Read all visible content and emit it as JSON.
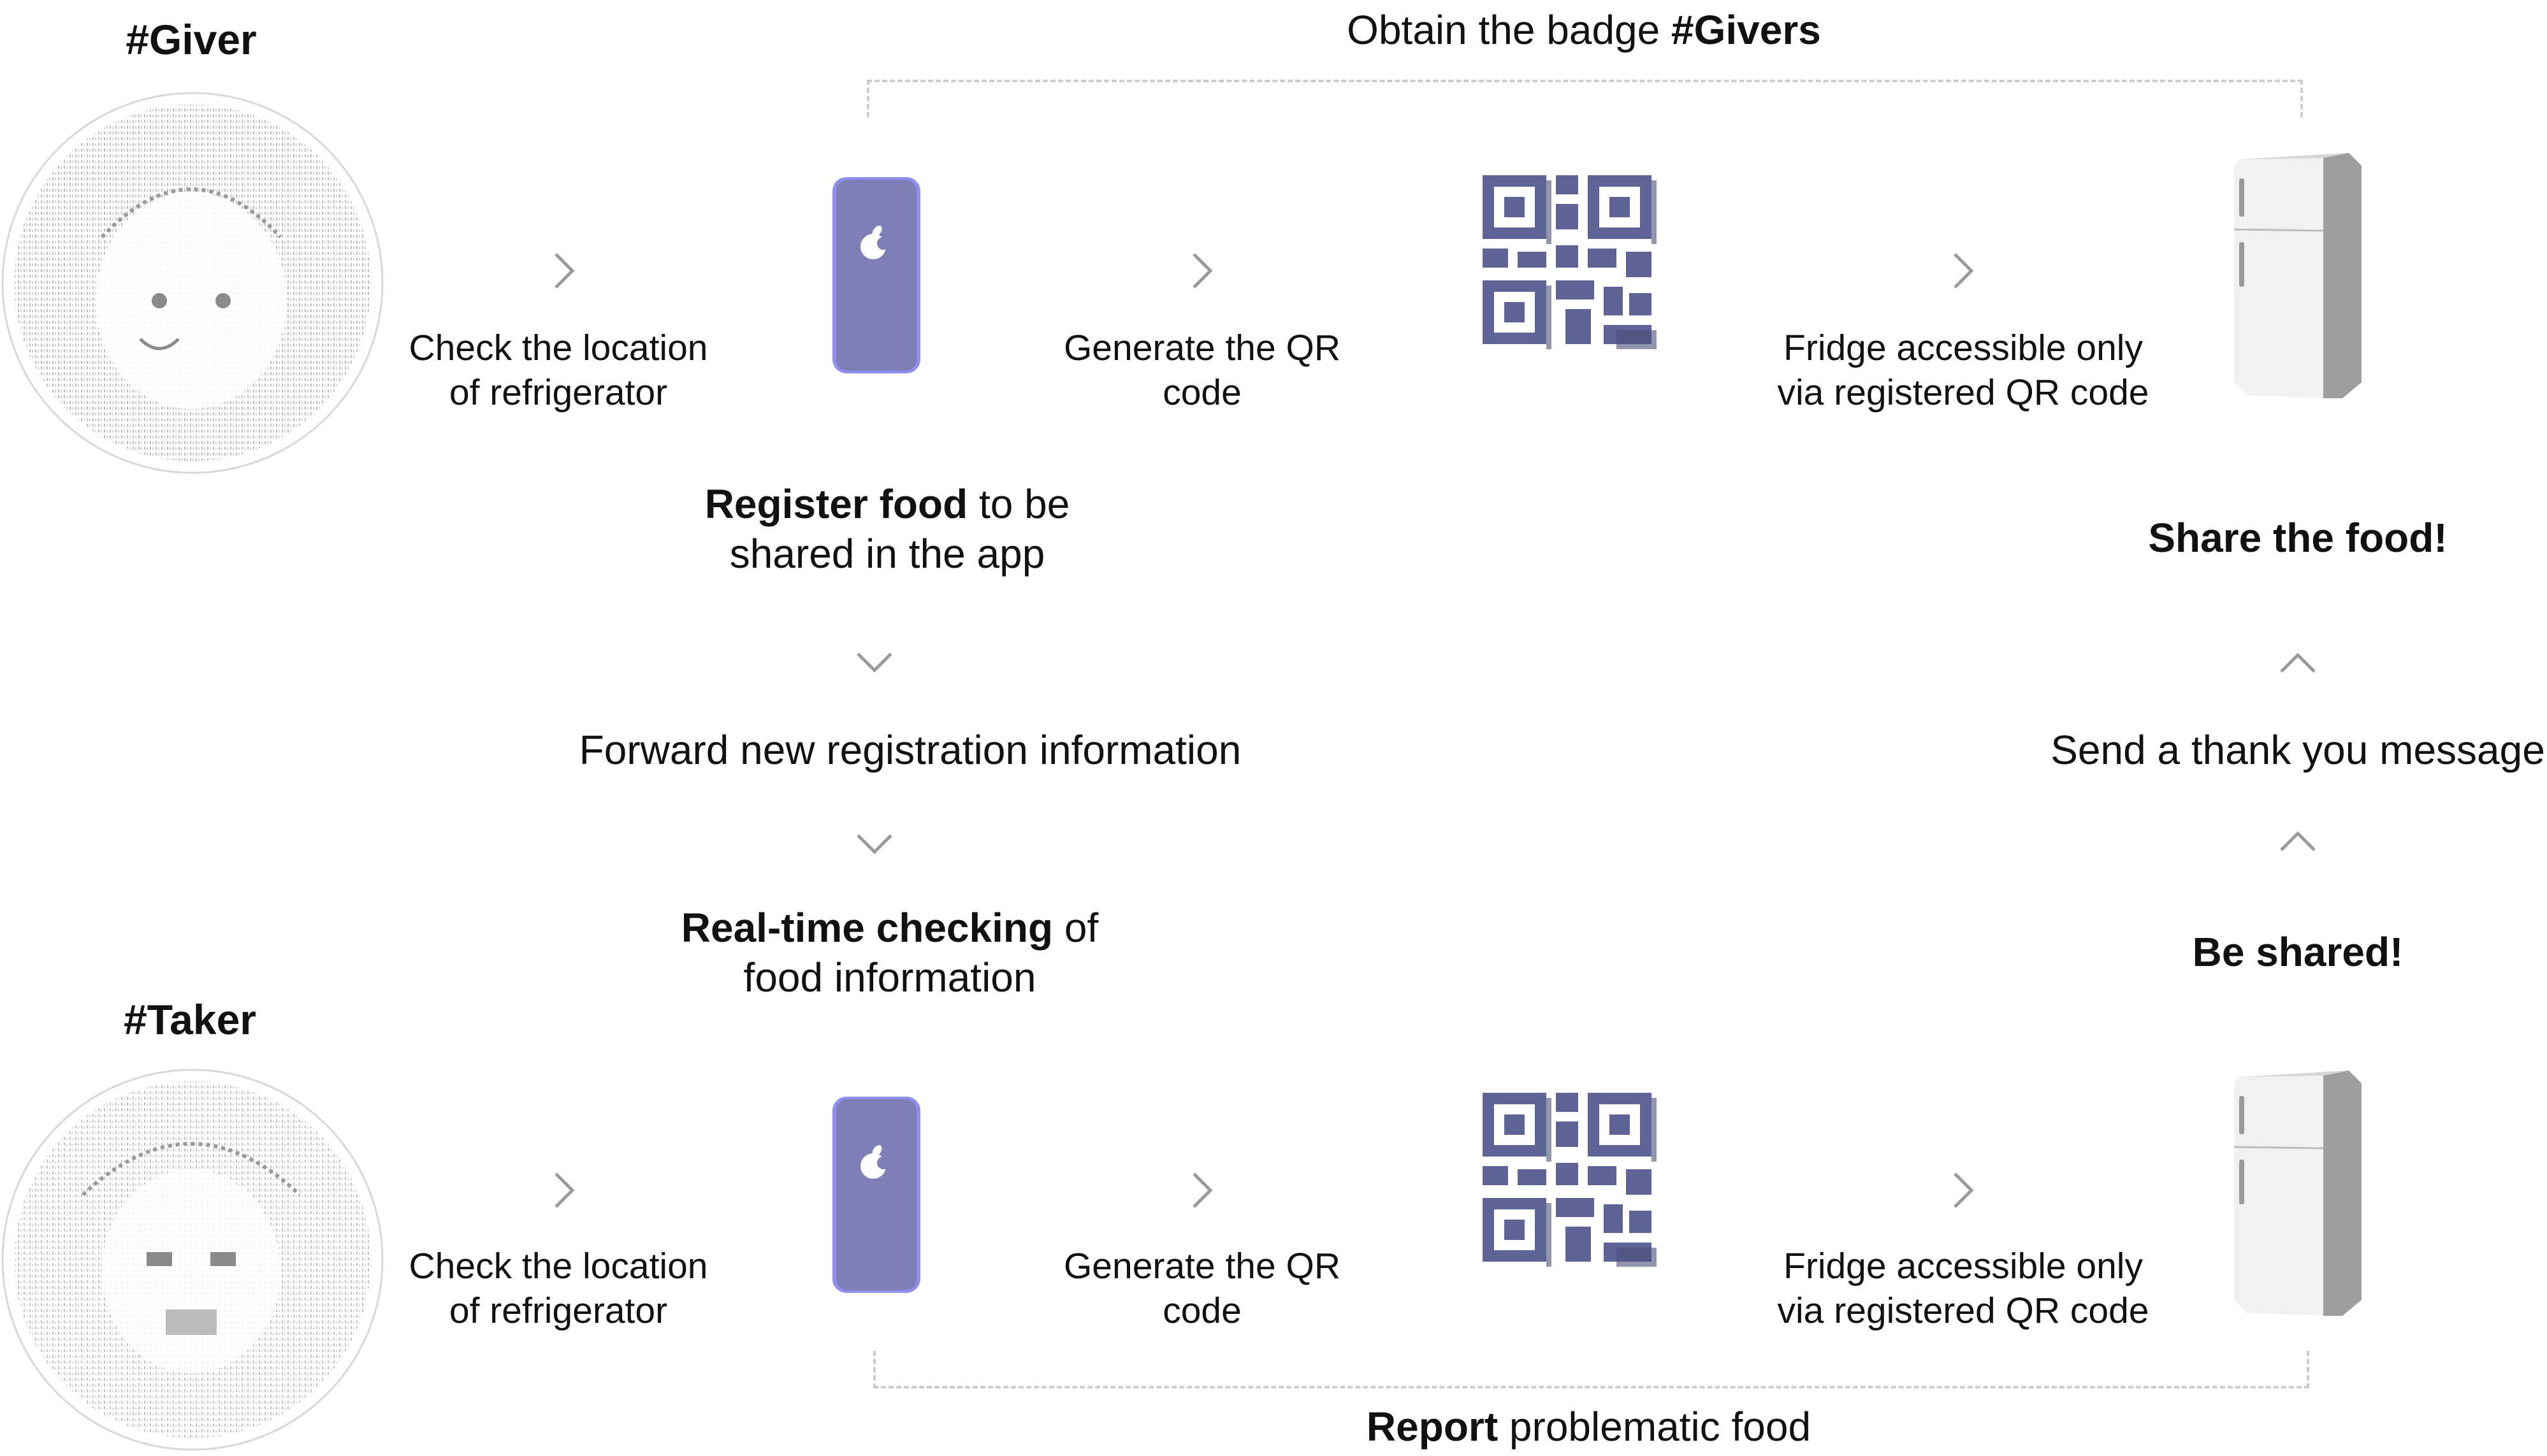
{
  "giver": {
    "role": "#Giver",
    "step_location": [
      "Check the location",
      "of refrigerator"
    ],
    "step_qr": [
      "Generate the QR",
      "code"
    ],
    "step_fridge": [
      "Fridge accessible only",
      "via registered QR code"
    ]
  },
  "taker": {
    "role": "#Taker",
    "step_location": [
      "Check the location",
      "of refrigerator"
    ],
    "step_qr": [
      "Generate the QR",
      "code"
    ],
    "step_fridge": [
      "Fridge accessible only",
      "via registered QR code"
    ]
  },
  "badge": {
    "prefix": "Obtain the badge ",
    "name": "#Givers"
  },
  "register": {
    "bold": "Register food",
    "rest1": " to be",
    "line2": "shared in the app"
  },
  "forward": "Forward new registration information",
  "realtime": {
    "bold": "Real-time checking",
    "rest1": " of",
    "line2": "food information"
  },
  "share": "Share the food!",
  "thank_you": "Send a thank you message",
  "be_shared": "Be shared!",
  "report": {
    "bold": "Report",
    "rest": " problematic food"
  },
  "icons": {
    "phone": "phone-icon",
    "qr": "qr-code-icon",
    "fridge": "fridge-icon",
    "avatar": "ascii-avatar"
  },
  "colors": {
    "phone_body": "#7d7fb6",
    "phone_edge": "#8e8ff0",
    "qr": "#5f6497",
    "arrow": "#9a9a9a",
    "dash": "#cccccc",
    "fridge": "#e2e2e2"
  }
}
